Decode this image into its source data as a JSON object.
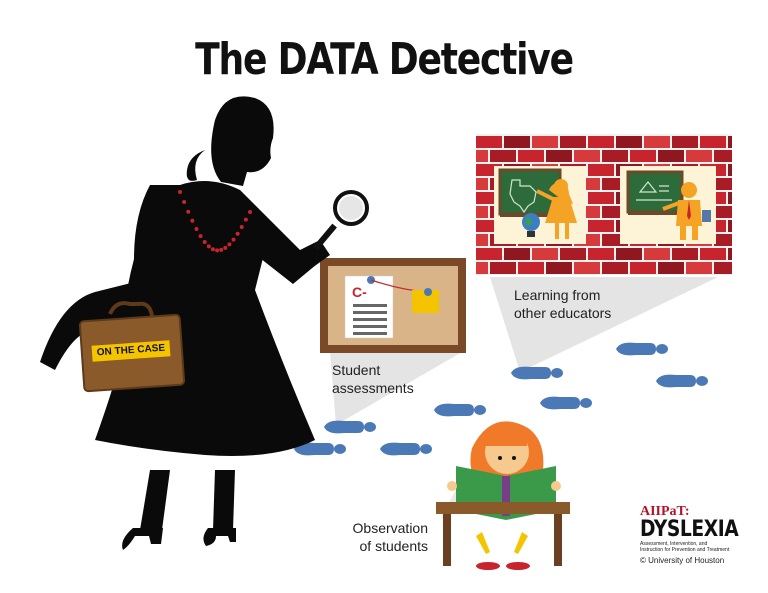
{
  "title": "The DATA Detective",
  "labels": {
    "learning_line1": "Learning from",
    "learning_line2": "other educators",
    "assess_line1": "Student",
    "assess_line2": "assessments",
    "observe_line1": "Observation",
    "observe_line2": "of students"
  },
  "briefcase_label": "ON THE CASE",
  "grade_mark": "C-",
  "logo": {
    "top": "AIIPaT:",
    "main": "DYSLEXIA",
    "sub": "Assessment, Intervention, and Instruction for Prevention and Treatment",
    "copyright": "© University of Houston"
  },
  "colors": {
    "brick": "#c8242d",
    "footprint": "#4a79b5",
    "corkboard": "#d8b488",
    "frame": "#7a4a28",
    "briefcase": "#8b5a2b",
    "accent_yellow": "#f5c400",
    "logo_red": "#b3122b"
  }
}
